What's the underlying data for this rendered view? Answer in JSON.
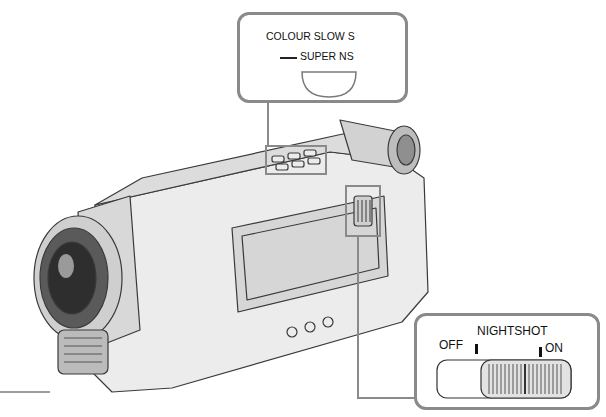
{
  "diagram": {
    "nodes": [
      {
        "text": [
          "COLOUR SLOW S",
          "SUPER NS"
        ]
      },
      {
        "text": [
          "NIGHTSHOT",
          "OFF",
          "ON"
        ]
      }
    ]
  }
}
